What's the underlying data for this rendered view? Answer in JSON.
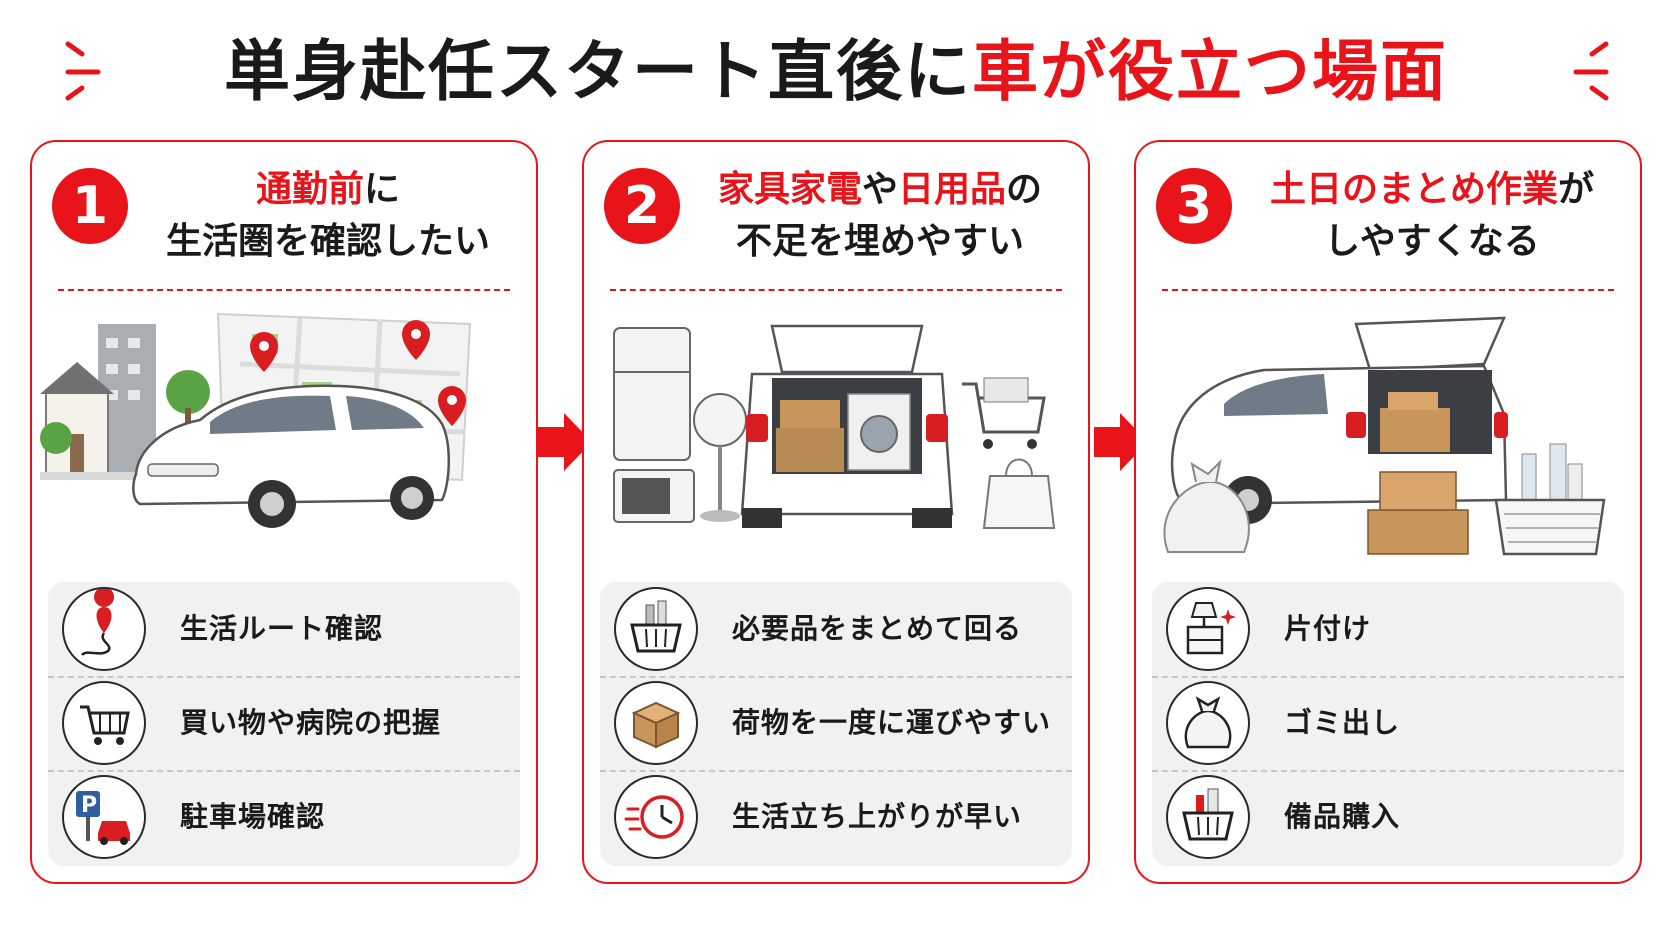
{
  "title": {
    "part1": "単身赴任スタート直後に",
    "part2": "車が役立つ場面"
  },
  "colors": {
    "accent": "#e8141a",
    "list_bg": "#f1f1f3"
  },
  "cards": [
    {
      "number": "1",
      "heading": {
        "red": "通勤前",
        "black1": "に",
        "line2": "生活圏を確認したい"
      },
      "items": [
        {
          "icon": "route-pin-icon",
          "label": "生活ルート確認"
        },
        {
          "icon": "shopping-cart-icon",
          "label": "買い物や病院の把握"
        },
        {
          "icon": "parking-car-icon",
          "label": "駐車場確認"
        }
      ]
    },
    {
      "number": "2",
      "heading": {
        "red": "家具家電",
        "black1": "や",
        "red2": "日用品",
        "black2": "の",
        "line2": "不足を埋めやすい"
      },
      "items": [
        {
          "icon": "basket-icon",
          "label": "必要品をまとめて回る"
        },
        {
          "icon": "cardboard-box-icon",
          "label": "荷物を一度に運びやすい"
        },
        {
          "icon": "clock-speed-icon",
          "label": "生活立ち上がりが早い"
        }
      ]
    },
    {
      "number": "3",
      "heading": {
        "red": "土日のまとめ作業",
        "black1": "が",
        "line2": "しやすくなる"
      },
      "items": [
        {
          "icon": "lamp-nightstand-icon",
          "label": "片付け"
        },
        {
          "icon": "garbage-bag-icon",
          "label": "ゴミ出し"
        },
        {
          "icon": "supplies-basket-icon",
          "label": "備品購入"
        }
      ]
    }
  ]
}
